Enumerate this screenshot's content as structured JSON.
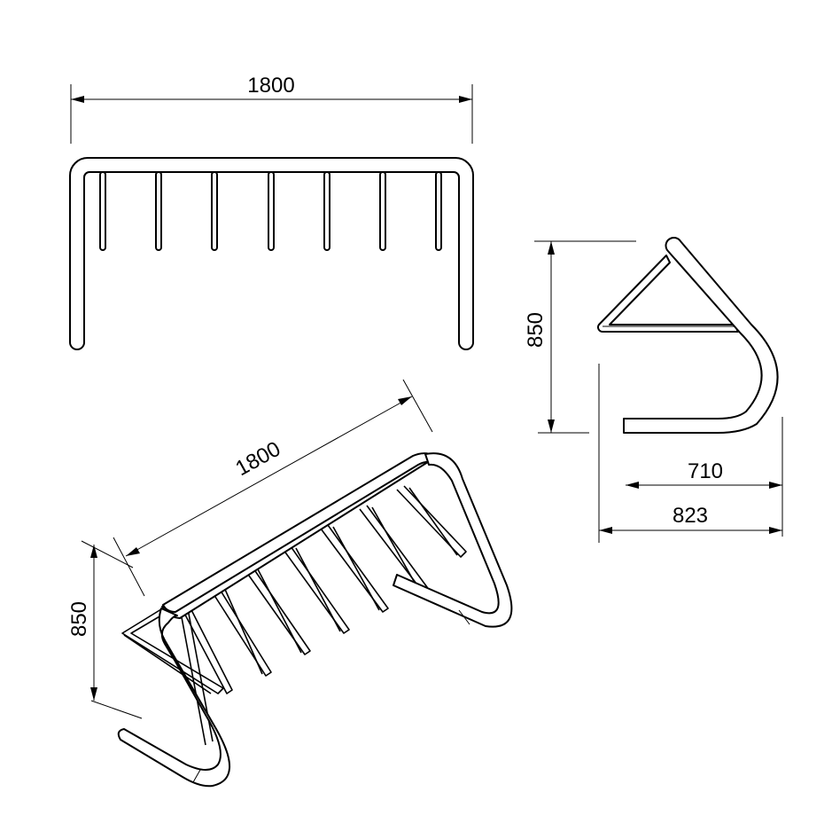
{
  "front_view": {
    "width_label": "1800"
  },
  "side_view": {
    "height_label": "850",
    "inner_depth_label": "710",
    "outer_depth_label": "823"
  },
  "iso_view": {
    "length_label": "1800",
    "height_label": "850"
  }
}
